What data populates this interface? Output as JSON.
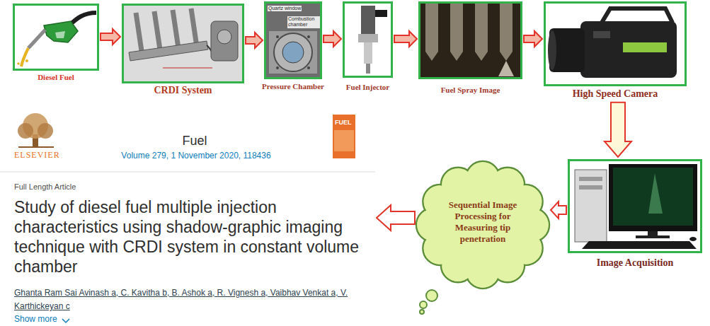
{
  "diagram": {
    "nodes": [
      {
        "text": [
          "Diesel Fuel"
        ]
      },
      {
        "text": [
          "CRDI System"
        ]
      },
      {
        "text": [
          "Pressure Chamber",
          "Quartz window",
          "Combustion chamber"
        ]
      },
      {
        "text": [
          "Fuel Injector"
        ]
      },
      {
        "text": [
          "Fuel Spray Image"
        ]
      },
      {
        "text": [
          "High Speed Camera"
        ]
      },
      {
        "text": [
          "Image Acquisition"
        ]
      },
      {
        "text": [
          "Sequential Image Processing for Measuring tip penetration"
        ]
      },
      {
        "text": [
          "Fuel",
          "Volume 279, 1 November 2020, 118436",
          "Full Length Article",
          "Study of diesel fuel multiple injection characteristics using shadow-graphic imaging technique with CRDI system in constant volume chamber",
          "Ghanta Ram Sai Avinash a, C. Kavitha b, B. Ashok a, R. Vignesh a, Vaibhav Venkat a, V. Karthickeyan c",
          "Show more"
        ]
      }
    ],
    "edges": [
      {
        "from": 0,
        "to": 1,
        "arrow": "to"
      },
      {
        "from": 1,
        "to": 2,
        "arrow": "to"
      },
      {
        "from": 2,
        "to": 3,
        "arrow": "to"
      },
      {
        "from": 3,
        "to": 4,
        "arrow": "to"
      },
      {
        "from": 4,
        "to": 5,
        "arrow": "to"
      },
      {
        "from": 5,
        "to": 6,
        "arrow": "to"
      },
      {
        "from": 6,
        "to": 7,
        "arrow": "to"
      },
      {
        "from": 7,
        "to": 8,
        "arrow": "to"
      }
    ],
    "labels": [
      "ELSEVIER",
      "FUEL"
    ]
  }
}
